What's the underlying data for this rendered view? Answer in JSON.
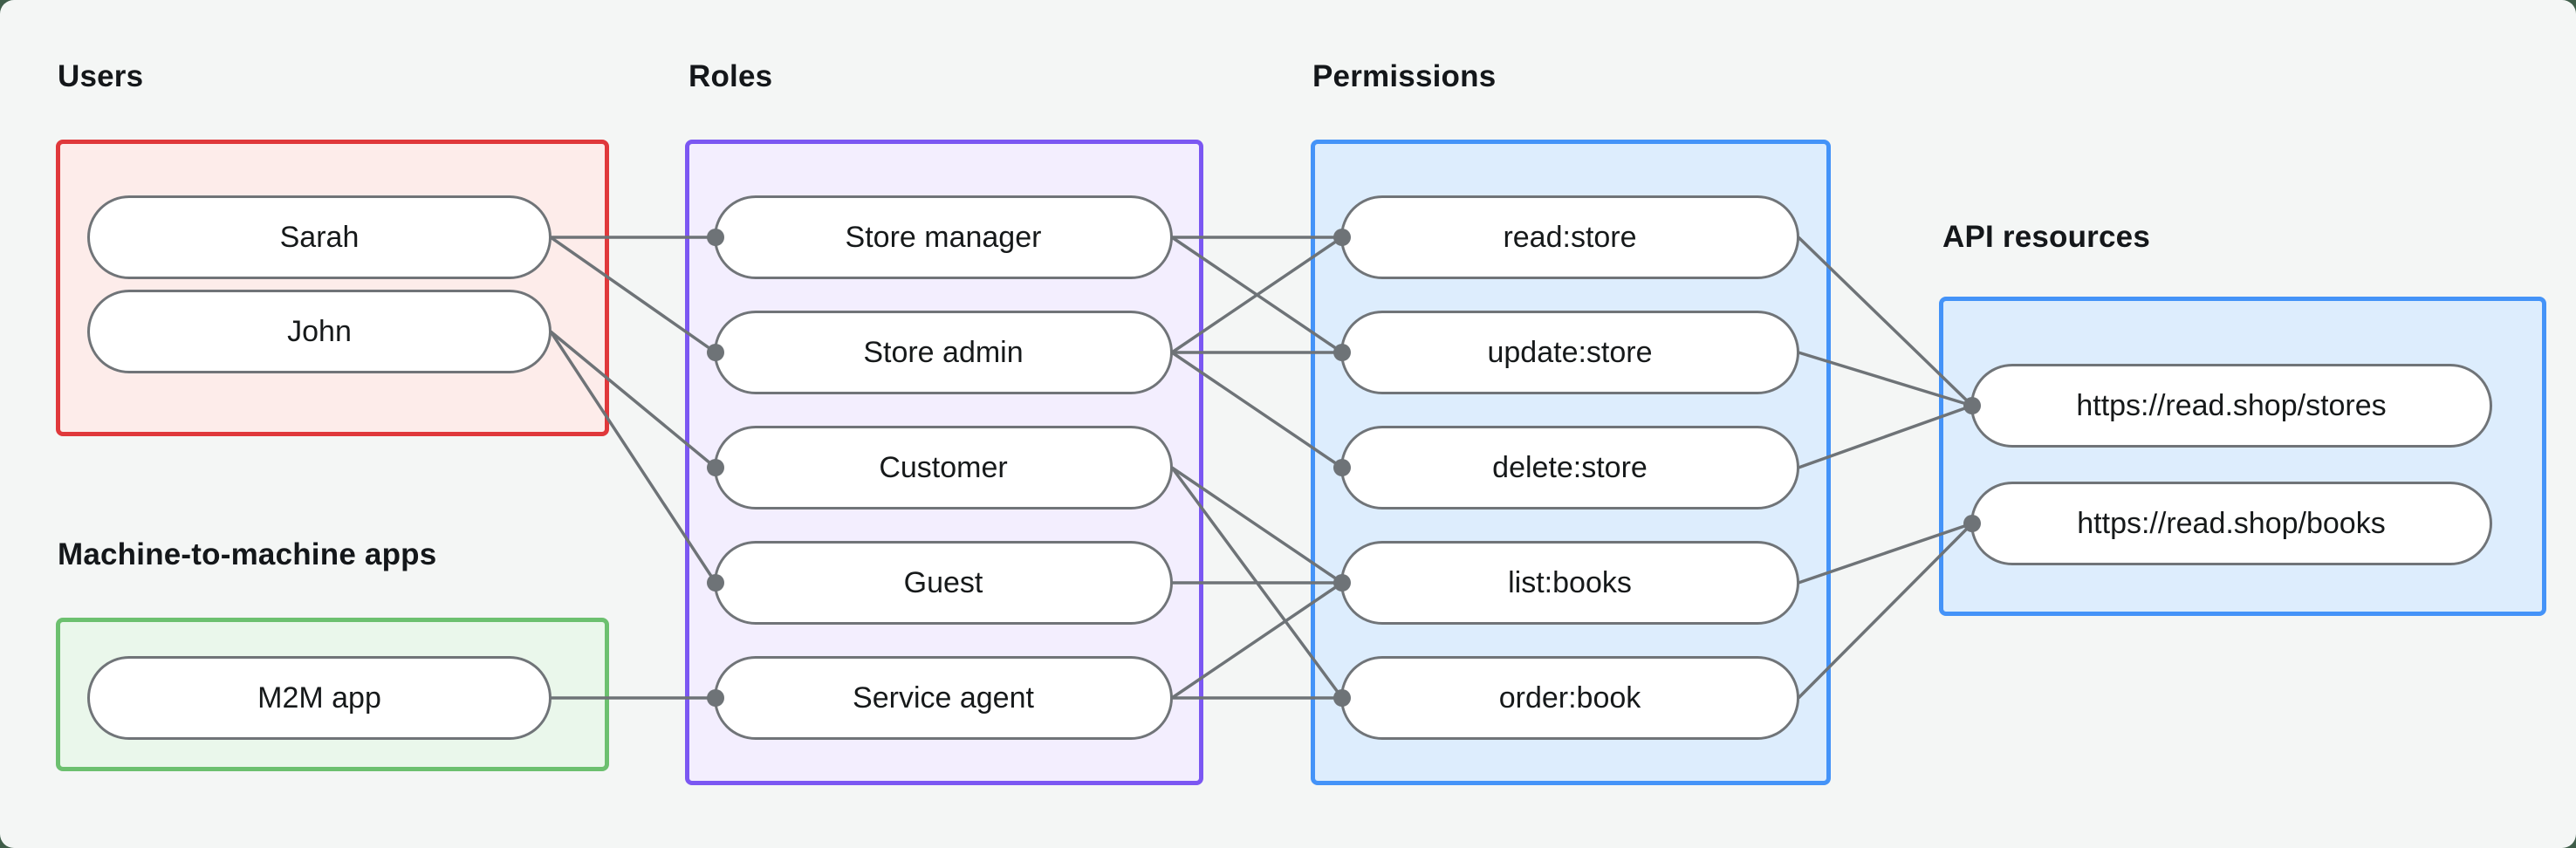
{
  "diagram": {
    "background_color": "#f4f6f5",
    "outer_background_color": "#3f5d49",
    "edge_color": "#6e7377",
    "node_border_color": "#707478",
    "groups": {
      "users": {
        "title": "Users",
        "border_color": "#e0383b",
        "fill_color": "#fdecea",
        "nodes": [
          {
            "id": "sarah",
            "label": "Sarah"
          },
          {
            "id": "john",
            "label": "John"
          }
        ]
      },
      "m2m": {
        "title": "Machine-to-machine apps",
        "border_color": "#6cc06f",
        "fill_color": "#eaf7eb",
        "nodes": [
          {
            "id": "m2m-app",
            "label": "M2M app"
          }
        ]
      },
      "roles": {
        "title": "Roles",
        "border_color": "#7b57f2",
        "fill_color": "#f3eefe",
        "nodes": [
          {
            "id": "store-manager",
            "label": "Store manager"
          },
          {
            "id": "store-admin",
            "label": "Store admin"
          },
          {
            "id": "customer",
            "label": "Customer"
          },
          {
            "id": "guest",
            "label": "Guest"
          },
          {
            "id": "service-agent",
            "label": "Service agent"
          }
        ]
      },
      "permissions": {
        "title": "Permissions",
        "border_color": "#4493f8",
        "fill_color": "#ddedfd",
        "nodes": [
          {
            "id": "read-store",
            "label": "read:store"
          },
          {
            "id": "update-store",
            "label": "update:store"
          },
          {
            "id": "delete-store",
            "label": "delete:store"
          },
          {
            "id": "list-books",
            "label": "list:books"
          },
          {
            "id": "order-book",
            "label": "order:book"
          }
        ]
      },
      "api": {
        "title": "API resources",
        "border_color": "#4493f8",
        "fill_color": "#ddedfd",
        "nodes": [
          {
            "id": "stores",
            "label": "https://read.shop/stores"
          },
          {
            "id": "books",
            "label": "https://read.shop/books"
          }
        ]
      }
    },
    "edges": [
      [
        "sarah",
        "store-manager"
      ],
      [
        "sarah",
        "store-admin"
      ],
      [
        "john",
        "customer"
      ],
      [
        "john",
        "guest"
      ],
      [
        "m2m-app",
        "service-agent"
      ],
      [
        "store-manager",
        "read-store"
      ],
      [
        "store-manager",
        "update-store"
      ],
      [
        "store-admin",
        "read-store"
      ],
      [
        "store-admin",
        "update-store"
      ],
      [
        "store-admin",
        "delete-store"
      ],
      [
        "customer",
        "list-books"
      ],
      [
        "customer",
        "order-book"
      ],
      [
        "guest",
        "list-books"
      ],
      [
        "service-agent",
        "list-books"
      ],
      [
        "service-agent",
        "order-book"
      ],
      [
        "read-store",
        "stores"
      ],
      [
        "update-store",
        "stores"
      ],
      [
        "delete-store",
        "stores"
      ],
      [
        "list-books",
        "books"
      ],
      [
        "order-book",
        "books"
      ]
    ]
  }
}
